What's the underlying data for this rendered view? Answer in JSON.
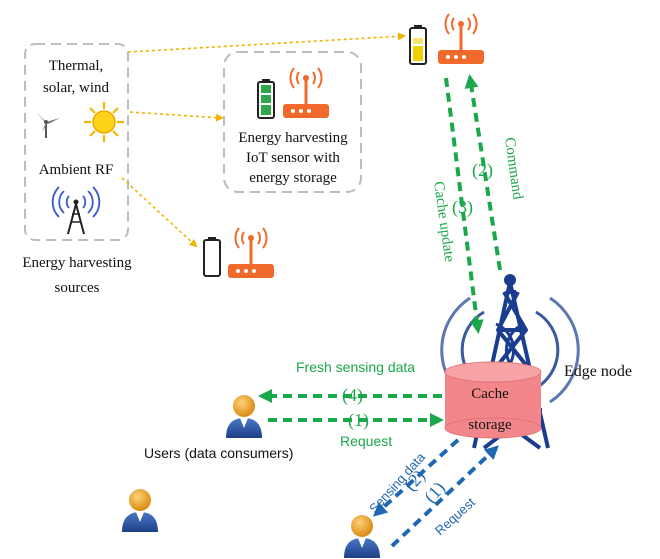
{
  "sources": {
    "thermal_solar_wind": "Thermal,\nsolar, wind",
    "ambient_rf": "Ambient RF",
    "caption_line1": "Energy harvesting",
    "caption_line2": "sources"
  },
  "sensor_box": {
    "line1": "Energy harvesting",
    "line2": "IoT sensor with",
    "line3": "energy storage"
  },
  "edge": {
    "label": "Edge node",
    "cache_line1": "Cache",
    "cache_line2": "storage"
  },
  "users_label": "Users (data consumers)",
  "flows": {
    "command": "Command",
    "command_num": "(2)",
    "cache_update": "Cache update",
    "cache_update_num": "(3)",
    "fresh": "Fresh sensing data",
    "fresh_num": "(4)",
    "request_top": "Request",
    "request_top_num": "(1)",
    "sensing_data": "Sensing data",
    "sensing_data_num": "(2)",
    "request_bottom": "Request",
    "request_bottom_num": "(1)"
  },
  "colors": {
    "green": "#1aa84a",
    "blue": "#1f67b0",
    "orange_arrow": "#f0b400",
    "router": "#f26a2b",
    "tower": "#1a3d8f",
    "cache": "#f2868a",
    "battery_green": "#2ea84a",
    "battery_yellow": "#f0d000"
  },
  "icons": [
    "wind-turbine-icon",
    "sun-icon",
    "radio-tower-icon",
    "battery-icon",
    "router-icon",
    "user-icon",
    "edge-tower-icon",
    "cache-cylinder-icon"
  ]
}
